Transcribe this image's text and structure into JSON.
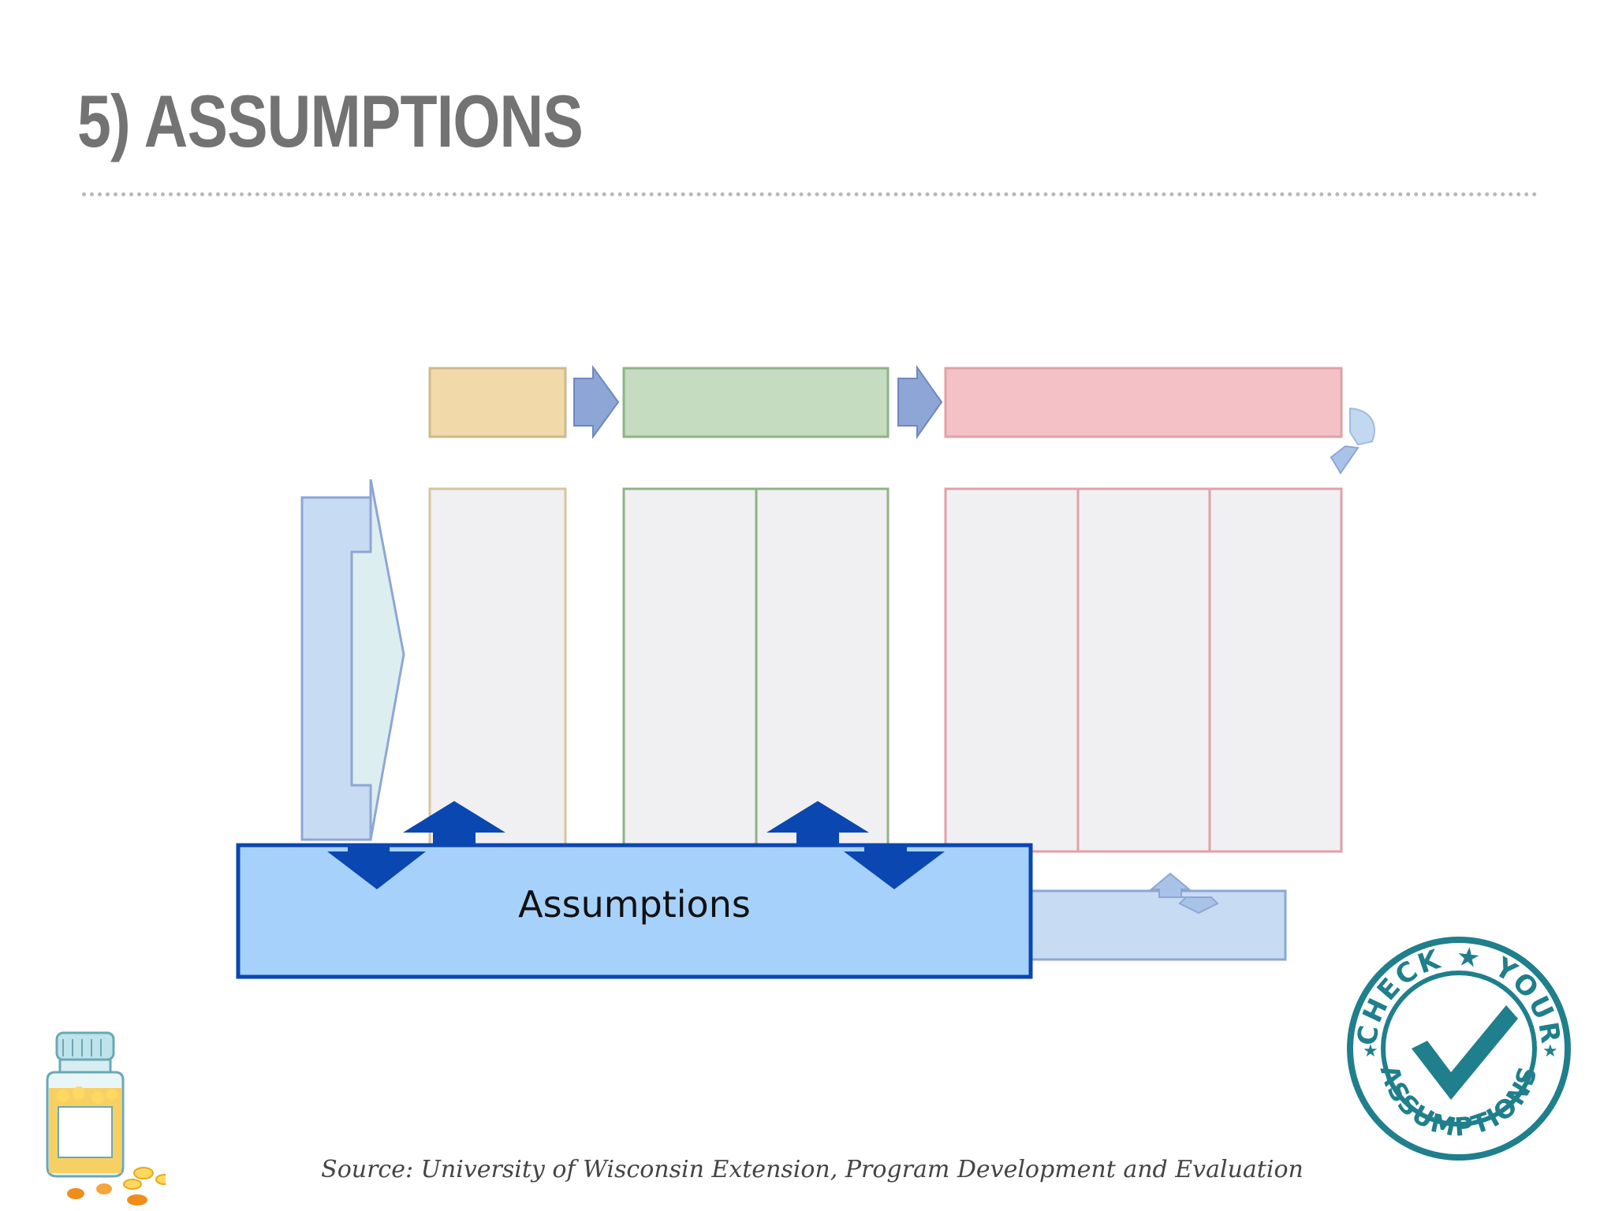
{
  "slide": {
    "title": "5) ASSUMPTIONS",
    "source": "Source: University of Wisconsin Extension, Program Development and Evaluation"
  },
  "diagram": {
    "assumptions_label": "Assumptions",
    "colors": {
      "inputs": "#f1d9aa",
      "outputs": "#c6dcc1",
      "outcomes": "#f4c2c6",
      "arrow_gray_blue": "#8ea6d6",
      "assumptions_fill": "#a6d1fb",
      "assumptions_border": "#0a45b3",
      "dark_arrow": "#0a47b0",
      "light_box": "#c7dcf2",
      "column_fill": "#f0f0f2"
    }
  },
  "decorations": {
    "bottle_icon": "pill-bottle-icon",
    "stamp_icon": "check-your-assumptions-stamp",
    "stamp_text_top": "CHECK ★ YOUR",
    "stamp_text_bottom": "ASSUMPTIONS"
  }
}
